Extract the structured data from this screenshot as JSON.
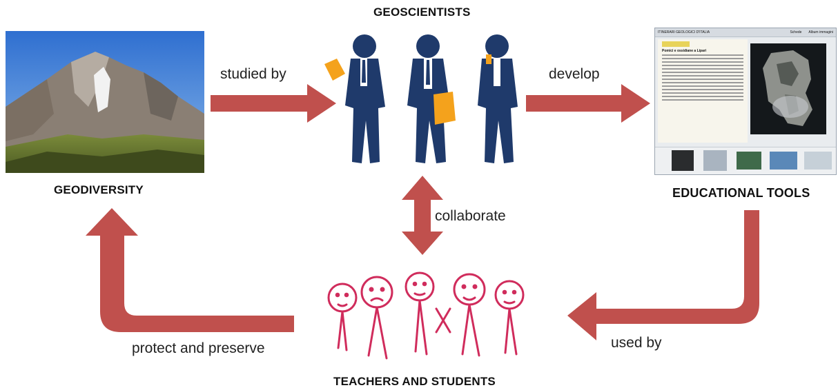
{
  "nodes": {
    "geoscientists": "GEOSCIENTISTS",
    "geodiversity": "GEODIVERSITY",
    "educational_tools": "EDUCATIONAL TOOLS",
    "teachers_students": "TEACHERS AND STUDENTS"
  },
  "edges": {
    "studied_by": "studied by",
    "develop": "develop",
    "collaborate": "collaborate",
    "used_by": "used by",
    "protect_preserve": "protect and preserve"
  },
  "screen": {
    "header_left": "ITINERARI GEOLOGICI D'ITALIA",
    "header_tab": "Schede",
    "header_right": "Album immagini",
    "heading": "Pomici e ossidiane a Lipari"
  },
  "colors": {
    "arrow": "#c0504d",
    "suit": "#1f3a6b",
    "accent_folder": "#f4a21c",
    "people": "#d02c5c"
  }
}
